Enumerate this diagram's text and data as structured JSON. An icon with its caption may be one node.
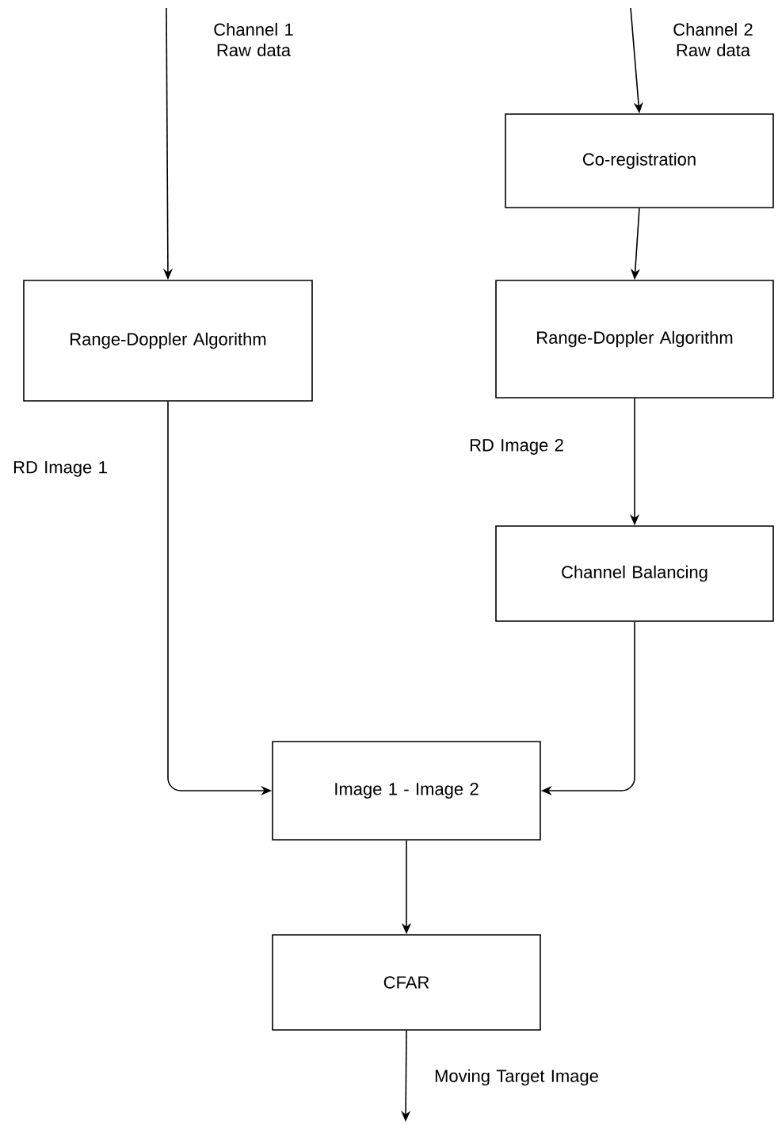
{
  "diagram": {
    "nodes": [
      {
        "text": [
          "Range-Doppler Algorithm"
        ]
      },
      {
        "text": [
          "Co-registration"
        ]
      },
      {
        "text": [
          "Range-Doppler Algorithm"
        ]
      },
      {
        "text": [
          "Channel Balancing"
        ]
      },
      {
        "text": [
          "Image 1 - Image 2"
        ]
      },
      {
        "text": [
          "CFAR"
        ]
      }
    ],
    "edges": [
      {
        "from": null,
        "to": 0,
        "arrow": "to",
        "label": "Channel 1 Raw data"
      },
      {
        "from": null,
        "to": 1,
        "arrow": "to",
        "label": "Channel 2 Raw data"
      },
      {
        "from": 1,
        "to": 2,
        "arrow": "to"
      },
      {
        "from": 0,
        "to": 4,
        "arrow": "to",
        "label": "RD Image 1"
      },
      {
        "from": 2,
        "to": 3,
        "arrow": "to",
        "label": "RD Image 2"
      },
      {
        "from": 3,
        "to": 4,
        "arrow": "to"
      },
      {
        "from": 4,
        "to": 5,
        "arrow": "to"
      },
      {
        "from": 5,
        "to": null,
        "arrow": "to",
        "label": "Moving Target Image"
      }
    ]
  }
}
